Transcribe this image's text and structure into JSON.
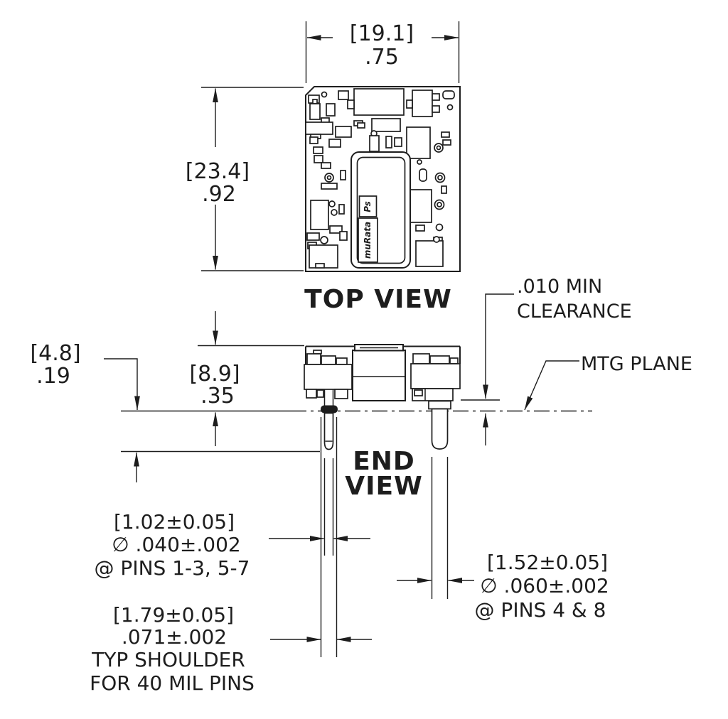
{
  "colors": {
    "ink": "#1d1d1d",
    "background": "#ffffff"
  },
  "labels": {
    "top_view": "TOP VIEW",
    "end_view_line1": "END",
    "end_view_line2": "VIEW"
  },
  "logo": {
    "brand": "muRata",
    "suffix": "Ps"
  },
  "dimensions": {
    "board_width": {
      "metric": "[19.1]",
      "imperial": ".75"
    },
    "board_height": {
      "metric": "[23.4]",
      "imperial": ".92"
    },
    "pin_protrusion": {
      "metric": "[4.8]",
      "imperial": ".19"
    },
    "body_height": {
      "metric": "[8.9]",
      "imperial": ".35"
    },
    "clearance": {
      "line1": ".010 MIN",
      "line2": "CLEARANCE"
    },
    "mtg_plane": {
      "label": "MTG PLANE"
    },
    "pin_dia_small": {
      "metric": "[1.02±0.05]",
      "imperial": "∅ .040±.002",
      "note": "@ PINS 1-3, 5-7"
    },
    "pin_shoulder": {
      "metric": "[1.79±0.05]",
      "imperial": ".071±.002",
      "note1": "TYP SHOULDER",
      "note2": "FOR 40 MIL PINS"
    },
    "pin_dia_large": {
      "metric": "[1.52±0.05]",
      "imperial": "∅ .060±.002",
      "note": "@ PINS 4 & 8"
    }
  }
}
